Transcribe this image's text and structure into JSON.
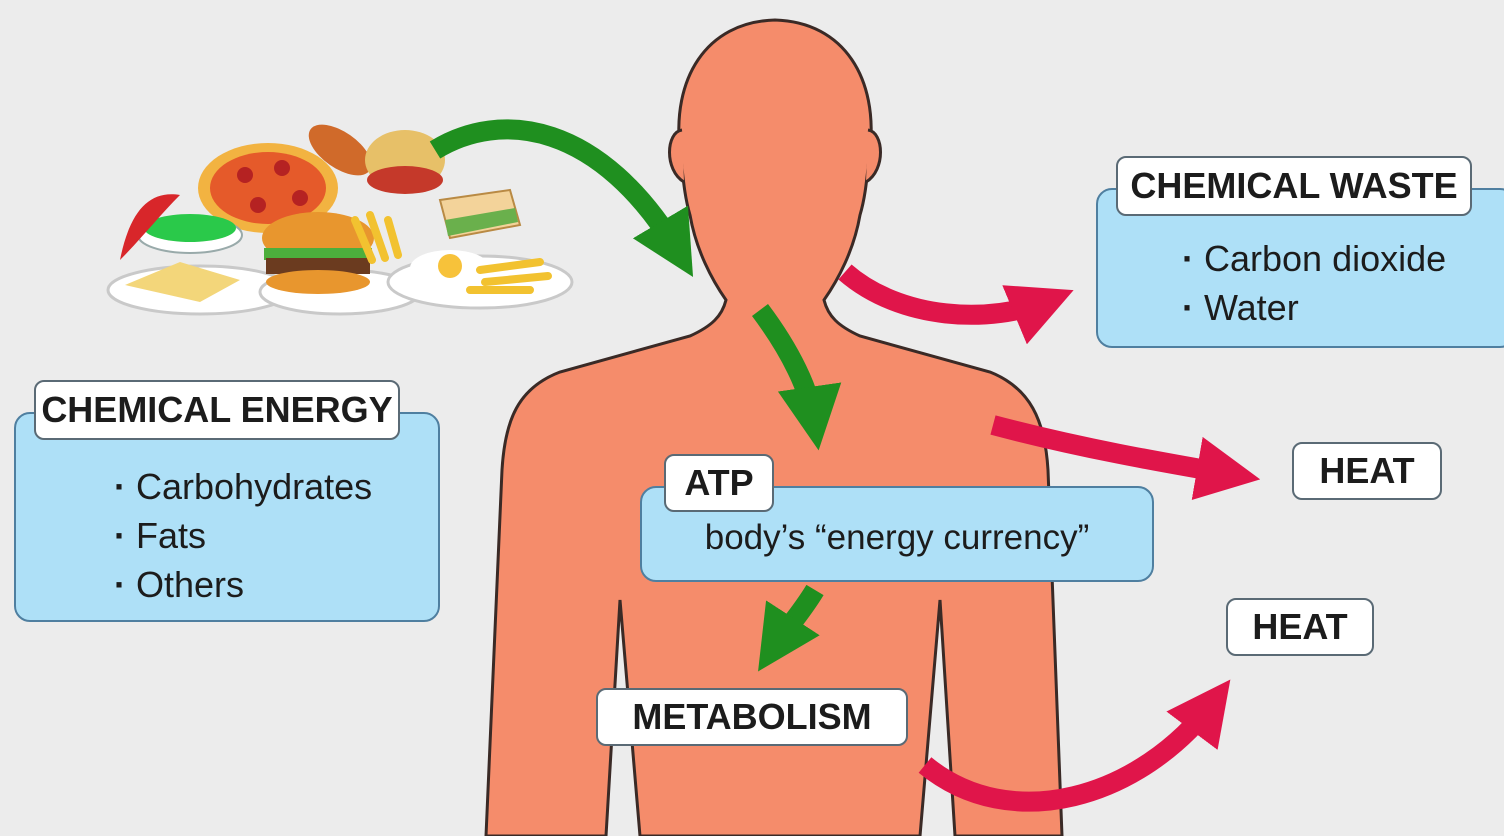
{
  "chemical_energy": {
    "title": "CHEMICAL ENERGY",
    "items": [
      "Carbohydrates",
      "Fats",
      "Others"
    ]
  },
  "chemical_waste": {
    "title": "CHEMICAL WASTE",
    "items": [
      "Carbon dioxide",
      "Water"
    ]
  },
  "atp": {
    "title": "ATP",
    "subtitle": "body’s “energy currency”"
  },
  "heat_upper": "HEAT",
  "heat_lower": "HEAT",
  "metabolism": "METABOLISM",
  "bullet_char": "·",
  "colors": {
    "body": "#f58c6b",
    "body_outline": "#3a2a26",
    "green_arrow": "#1f8f1f",
    "red_arrow": "#e0154a",
    "panel_blue": "#aee0f7"
  },
  "icons": [
    "food-platter-icon",
    "human-body-silhouette"
  ]
}
